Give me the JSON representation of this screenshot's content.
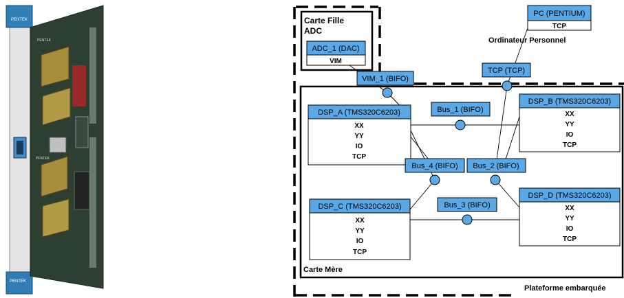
{
  "colors": {
    "block_header": "#5aa9e6",
    "board": "#2a3a2a",
    "stroke": "#000000"
  },
  "regions": {
    "carte_fille_label": "Carte Fille\nADC",
    "ordinateur_label": "Ordinateur Personnel",
    "carte_mere_label": "Carte Mère",
    "plateforme_label": "Plateforme embarquée"
  },
  "blocks": {
    "adc": {
      "title": "ADC_1 (DAC)",
      "ports": [
        "VIM"
      ]
    },
    "pc": {
      "title": "PC (PENTIUM)",
      "ports": [
        "TCP"
      ]
    },
    "dsp_a": {
      "title": "DSP_A (TMS320C6203)",
      "ports": [
        "XX",
        "YY",
        "IO",
        "TCP"
      ]
    },
    "dsp_b": {
      "title": "DSP_B (TMS320C6203)",
      "ports": [
        "XX",
        "YY",
        "IO",
        "TCP"
      ]
    },
    "dsp_c": {
      "title": "DSP_C (TMS320C6203)",
      "ports": [
        "XX",
        "YY",
        "IO",
        "TCP"
      ]
    },
    "dsp_d": {
      "title": "DSP_D (TMS320C6203)",
      "ports": [
        "XX",
        "YY",
        "IO",
        "TCP"
      ]
    }
  },
  "links": {
    "vim_1": "VIM_1 (BIFO)",
    "tcp": "TCP (TCP)",
    "bus_1": "Bus_1 (BIFO)",
    "bus_2": "Bus_2 (BIFO)",
    "bus_3": "Bus_3 (BIFO)",
    "bus_4": "Bus_4 (BIFO)"
  },
  "photo": {
    "brand_top": "PENTEK",
    "brand_mid": "PENTEK",
    "brand_lower": "PENTEK",
    "brand_bottom": "PENTEK"
  }
}
